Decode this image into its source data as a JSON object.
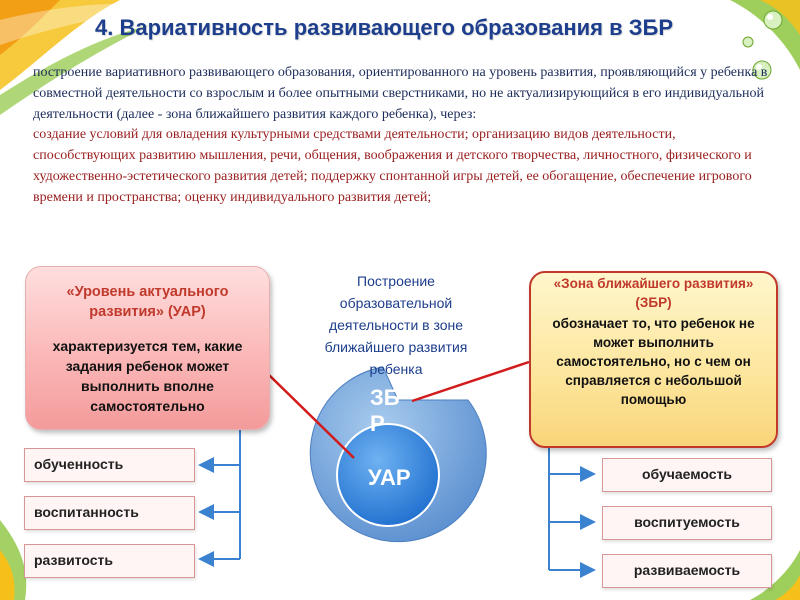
{
  "slide": {
    "title": "4. Вариативность развивающего образования в ЗБР",
    "intro_text": "построение вариативного развивающего образования, ориентированного на уровень развития, проявляющийся у ребенка в совместной деятельности со взрослым и более опытными сверстниками, но не актуализирующийся в его индивидуальной деятельности (далее - зона ближайшего развития каждого ребенка), через:",
    "intro_lines": "создание условий для овладения культурными средствами деятельности; организацию видов деятельности, способствующих развитию мышления, речи, общения, воображения и детского творчества, личностного, физического и художественно-эстетического развития детей; поддержку спонтанной игры детей, ее обогащение, обеспечение игрового времени и пространства; оценку индивидуального развития детей;"
  },
  "uar_box": {
    "heading": "«Уровень актуального развития» (УАР)",
    "text": "характеризуется тем, какие задания ребенок может выполнить вполне самостоятельно"
  },
  "zbr_box": {
    "heading": "«Зона ближайшего развития» (ЗБР)",
    "text": "обозначает то, что ребенок не может выполнить самостоятельно, но с чем он справляется с небольшой помощью"
  },
  "center_label": "Построение образовательной деятельности в зоне ближайшего развития ребенка",
  "circles": {
    "outer_label_1": "ЗБ",
    "outer_label_2": "Р",
    "inner_label": "УАР"
  },
  "left_items": [
    "обученность",
    "воспитанность",
    "развитость"
  ],
  "right_items": [
    "обучаемость",
    "воспитуемость",
    "развиваемость"
  ],
  "colors": {
    "title": "#1d3e8c",
    "accent_red": "#c0392b",
    "circle_outer": "#6aa0db",
    "circle_inner": "#2e7fd6",
    "arrow": "#3a82d0"
  }
}
